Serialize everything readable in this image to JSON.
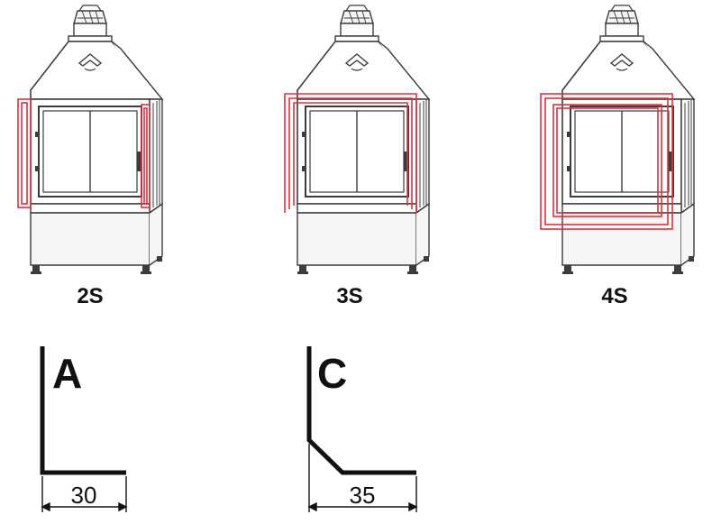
{
  "colors": {
    "line": "#3c3c3c",
    "frame_highlight": "#e0303c",
    "fill_light": "#f2f2f2",
    "profile": "#111111"
  },
  "fireplaces": [
    {
      "label": "2S",
      "highlight": "2S"
    },
    {
      "label": "3S",
      "highlight": "3S"
    },
    {
      "label": "4S",
      "highlight": "4S"
    }
  ],
  "profiles": [
    {
      "letter": "A",
      "dimension": "30",
      "shape": "straight"
    },
    {
      "letter": "C",
      "dimension": "35",
      "shape": "chamfered"
    }
  ]
}
